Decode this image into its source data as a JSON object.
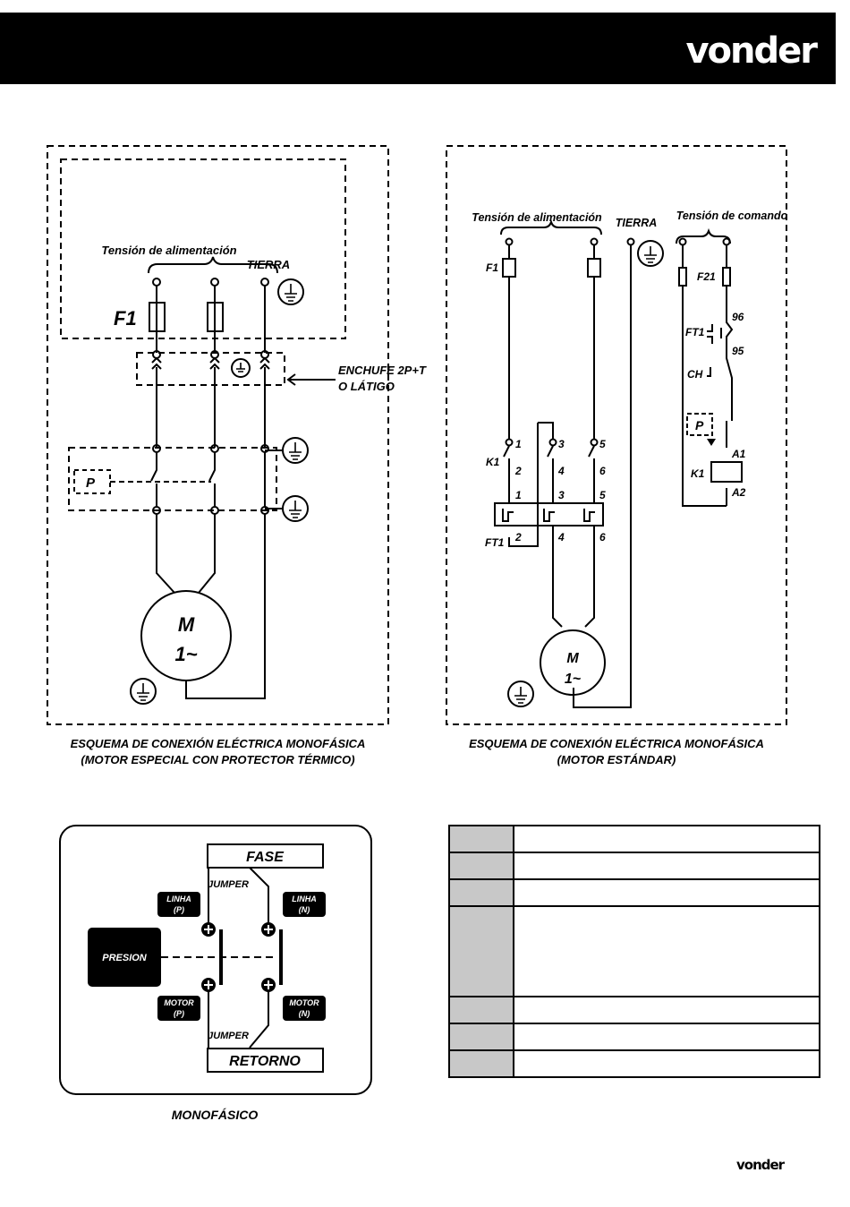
{
  "brand": {
    "header_logo": "vonder",
    "footer_logo": "vonder"
  },
  "diagram1": {
    "supply": "Tensión de alimentación",
    "earth": "TIERRA",
    "fuse": "F1",
    "plug": [
      "ENCHUFE 2P+T",
      "O LÁTIGO"
    ],
    "switch": "P",
    "motor": [
      "M",
      "1~"
    ],
    "caption": [
      "ESQUEMA DE CONEXIÓN ELÉCTRICA MONOFÁSICA",
      "(MOTOR ESPECIAL CON PROTECTOR TÉRMICO)"
    ]
  },
  "diagram2": {
    "supply": "Tensión de alimentación",
    "earth": "TIERRA",
    "command": "Tensión de comando",
    "fuse": "F1",
    "fuse2": "F21",
    "relay": "FT1",
    "contactor": "K1",
    "switch_ch": "CH",
    "switch_p": "P",
    "terminals": [
      "1",
      "2",
      "3",
      "4",
      "5",
      "6"
    ],
    "relay_terms": [
      "96",
      "95"
    ],
    "coil_terms": [
      "A1",
      "A2"
    ],
    "motor": [
      "M",
      "1~"
    ],
    "caption": [
      "ESQUEMA DE CONEXIÓN ELÉCTRICA MONOFÁSICA",
      "(MOTOR ESTÁNDAR)"
    ]
  },
  "diagram3": {
    "fase": "FASE",
    "retorno": "RETORNO",
    "jumper_top": "JUMPER",
    "jumper_bottom": "JUMPER",
    "linha_p": [
      "LINHA",
      "(P)"
    ],
    "linha_n": [
      "LINHA",
      "(N)"
    ],
    "motor_p": [
      "MOTOR",
      "(P)"
    ],
    "motor_n": [
      "MOTOR",
      "(N)"
    ],
    "presion": "PRESION",
    "caption": "MONOFÁSICO"
  },
  "table": {
    "rows": 7
  }
}
